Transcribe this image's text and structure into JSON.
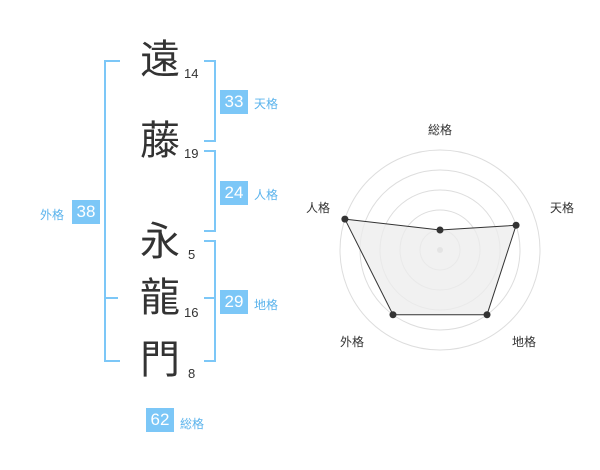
{
  "name": {
    "chars": [
      {
        "char": "遠",
        "strokes": "14"
      },
      {
        "char": "藤",
        "strokes": "19"
      },
      {
        "char": "永",
        "strokes": "5"
      },
      {
        "char": "龍",
        "strokes": "16"
      },
      {
        "char": "門",
        "strokes": "8"
      }
    ]
  },
  "kaku": {
    "tenkaku": {
      "value": "33",
      "label": "天格"
    },
    "jinkaku": {
      "value": "24",
      "label": "人格"
    },
    "chikaku": {
      "value": "29",
      "label": "地格"
    },
    "gaikaku": {
      "value": "38",
      "label": "外格"
    },
    "soukaku": {
      "value": "62",
      "label": "総格"
    }
  },
  "chart_data": {
    "type": "radar",
    "axes": [
      "総格",
      "天格",
      "地格",
      "外格",
      "人格"
    ],
    "values": [
      1,
      4,
      4,
      4,
      5
    ],
    "max": 5,
    "levels": 5,
    "colors": {
      "fill": "#ececec",
      "grid": "#dddddd",
      "line": "#333333",
      "point": "#333333"
    }
  }
}
